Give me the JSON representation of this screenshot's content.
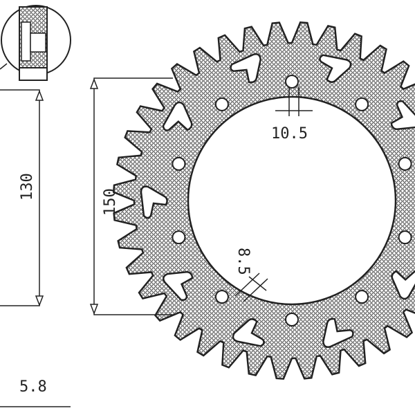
{
  "drawing": {
    "dimensions": {
      "bolt_circle": "130",
      "center_bore": "150",
      "bolt_hole_top": "10.5",
      "bolt_hole_lower": "8.5",
      "thickness": "5.8"
    },
    "line_color": "#222222",
    "hatch_color": "#333333",
    "background": "#ffffff"
  }
}
